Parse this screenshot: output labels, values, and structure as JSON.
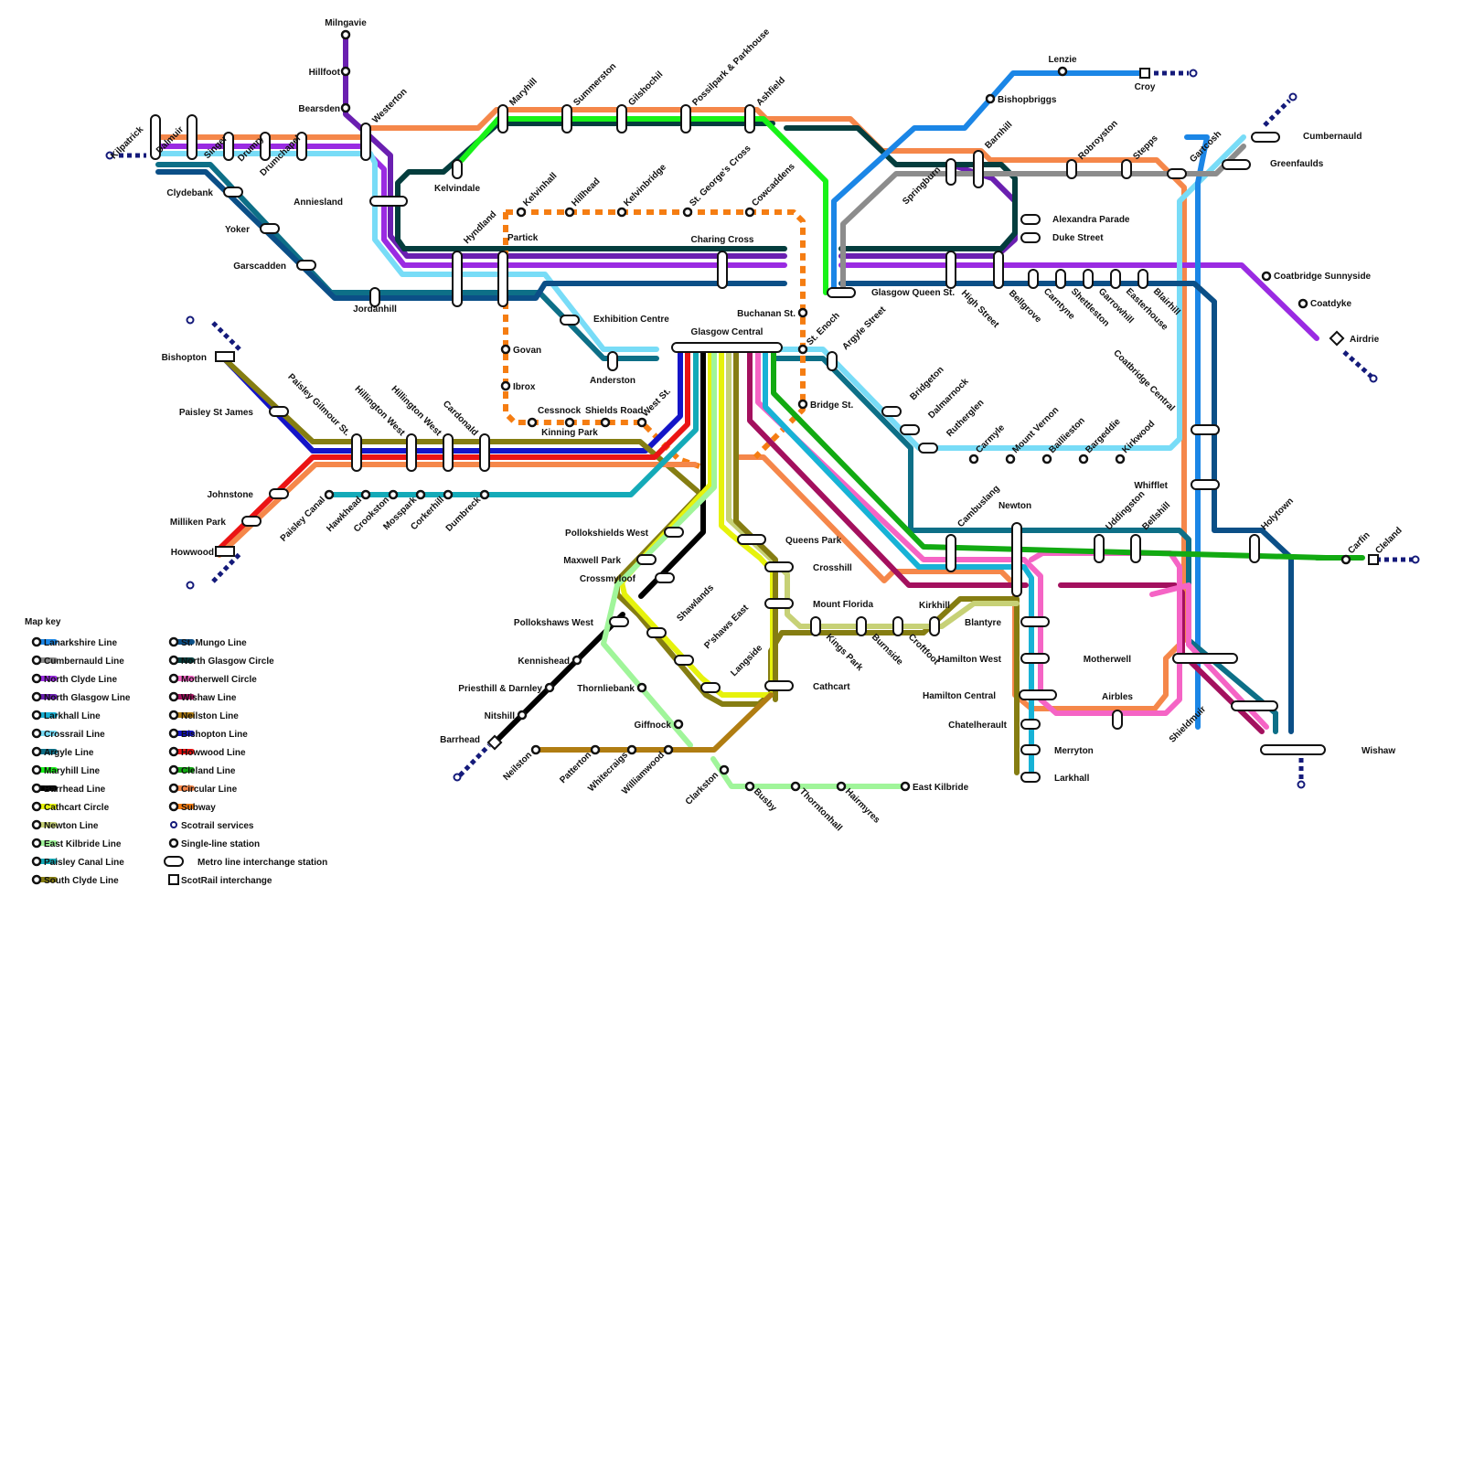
{
  "title": "",
  "lines": [
    {
      "name": "Lanarkshire Line",
      "color": "#1b86e6"
    },
    {
      "name": "Cumbernauld Line",
      "color": "#8c8c8c"
    },
    {
      "name": "North Clyde Line",
      "color": "#9a2be2"
    },
    {
      "name": "North Glasgow Line",
      "color": "#6a1fb0"
    },
    {
      "name": "Larkhall Line",
      "color": "#17b2d6"
    },
    {
      "name": "Crossrail Line",
      "color": "#78dcf7"
    },
    {
      "name": "Argyle Line",
      "color": "#0d6f87"
    },
    {
      "name": "Maryhill Line",
      "color": "#18f218"
    },
    {
      "name": "Barrhead Line",
      "color": "#000000"
    },
    {
      "name": "Cathcart Circle",
      "color": "#e6f20c"
    },
    {
      "name": "Newton Line",
      "color": "#c7d176"
    },
    {
      "name": "East Kilbride Line",
      "color": "#a0f59a"
    },
    {
      "name": "Paisley Canal Line",
      "color": "#14aab8"
    },
    {
      "name": "South Clyde Line",
      "color": "#857d12"
    },
    {
      "name": "St. Mungo Line",
      "color": "#0b4f87"
    },
    {
      "name": "North Glasgow Circle",
      "color": "#043d3d"
    },
    {
      "name": "Motherwell Circle",
      "color": "#f564c5"
    },
    {
      "name": "Wishaw Line",
      "color": "#a3105e"
    },
    {
      "name": "Neilston Line",
      "color": "#b07d12"
    },
    {
      "name": "Bishopton Line",
      "color": "#1414c8"
    },
    {
      "name": "Howwood Line",
      "color": "#eb1414"
    },
    {
      "name": "Cleland Line",
      "color": "#12aa12"
    },
    {
      "name": "Circular Line",
      "color": "#f5874a"
    },
    {
      "name": "Subway",
      "color": "#f57d12"
    }
  ],
  "legend": {
    "title": "Map key",
    "extra": [
      {
        "name": "Scotrail services",
        "kind": "scotrail-services"
      },
      {
        "name": "Single-line station",
        "kind": "single-station"
      },
      {
        "name": "Metro line interchange station",
        "kind": "interchange"
      },
      {
        "name": "ScotRail interchange",
        "kind": "scotrail-interchange"
      }
    ]
  },
  "stations": {
    "interchange": [
      {
        "name": "Kilpatrick",
        "rot": -45,
        "anchor": "end"
      },
      {
        "name": "Dalmuir",
        "rot": -45,
        "anchor": "end"
      },
      {
        "name": "Singer",
        "rot": -45,
        "anchor": "end"
      },
      {
        "name": "Drumry",
        "rot": -45,
        "anchor": "end"
      },
      {
        "name": "Drumchapel",
        "rot": -45,
        "anchor": "end"
      },
      {
        "name": "Westerton",
        "rot": -45,
        "anchor": "start"
      },
      {
        "name": "Maryhill",
        "rot": -45,
        "anchor": "start"
      },
      {
        "name": "Summerston",
        "rot": -45,
        "anchor": "start"
      },
      {
        "name": "Gilshochil",
        "rot": -45,
        "anchor": "start"
      },
      {
        "name": "Possilpark & Parkhouse",
        "rot": -45,
        "anchor": "start"
      },
      {
        "name": "Ashfield",
        "rot": -45,
        "anchor": "start"
      },
      {
        "name": "Clydebank",
        "rot": 0,
        "anchor": "end"
      },
      {
        "name": "Yoker",
        "rot": 0,
        "anchor": "end"
      },
      {
        "name": "Garscadden",
        "rot": 0,
        "anchor": "end"
      },
      {
        "name": "Anniesland",
        "rot": 0,
        "anchor": "end"
      },
      {
        "name": "Kelvindale",
        "rot": 0,
        "anchor": "middle"
      },
      {
        "name": "Jordanhill",
        "rot": 0,
        "anchor": "middle"
      },
      {
        "name": "Hyndland",
        "rot": -45,
        "anchor": "start"
      },
      {
        "name": "Partick",
        "rot": 0,
        "anchor": "start"
      },
      {
        "name": "Charing Cross",
        "rot": 0,
        "anchor": "middle"
      },
      {
        "name": "Exhibition Centre",
        "rot": 0,
        "anchor": "start"
      },
      {
        "name": "Anderston",
        "rot": 0,
        "anchor": "middle"
      },
      {
        "name": "Glasgow Central",
        "rot": 0,
        "anchor": "middle"
      },
      {
        "name": "Glasgow Queen St.",
        "rot": 0,
        "anchor": "start"
      },
      {
        "name": "Springburn",
        "rot": -45,
        "anchor": "end"
      },
      {
        "name": "Barnhill",
        "rot": -45,
        "anchor": "start"
      },
      {
        "name": "Robroyston",
        "rot": -45,
        "anchor": "start"
      },
      {
        "name": "Stepps",
        "rot": -45,
        "anchor": "start"
      },
      {
        "name": "Gartcosh",
        "rot": -45,
        "anchor": "start"
      },
      {
        "name": "Greenfaulds",
        "rot": 0,
        "anchor": "start"
      },
      {
        "name": "Cumbernauld",
        "rot": 0,
        "anchor": "start"
      },
      {
        "name": "Alexandra Parade",
        "rot": 0,
        "anchor": "start"
      },
      {
        "name": "Duke Street",
        "rot": 0,
        "anchor": "start"
      },
      {
        "name": "High Street",
        "rot": 45,
        "anchor": "start"
      },
      {
        "name": "Bellgrove",
        "rot": 45,
        "anchor": "start"
      },
      {
        "name": "Carntyne",
        "rot": 45,
        "anchor": "start"
      },
      {
        "name": "Shettleston",
        "rot": 45,
        "anchor": "start"
      },
      {
        "name": "Garrowhill",
        "rot": 45,
        "anchor": "start"
      },
      {
        "name": "Easterhouse",
        "rot": 45,
        "anchor": "start"
      },
      {
        "name": "Blairhill",
        "rot": 45,
        "anchor": "start"
      },
      {
        "name": "Argyle Street",
        "rot": -45,
        "anchor": "start"
      },
      {
        "name": "Bridgeton",
        "rot": -45,
        "anchor": "start"
      },
      {
        "name": "Dalmarnock",
        "rot": -45,
        "anchor": "start"
      },
      {
        "name": "Rutherglen",
        "rot": -45,
        "anchor": "start"
      },
      {
        "name": "Cambuslang",
        "rot": -45,
        "anchor": "start"
      },
      {
        "name": "Newton",
        "rot": 0,
        "anchor": "middle"
      },
      {
        "name": "Uddingston",
        "rot": -45,
        "anchor": "start"
      },
      {
        "name": "Bellshill",
        "rot": -45,
        "anchor": "start"
      },
      {
        "name": "Holytown",
        "rot": -45,
        "anchor": "start"
      },
      {
        "name": "Whifflet",
        "rot": 0,
        "anchor": "end"
      },
      {
        "name": "Coatbridge Central",
        "rot": 45,
        "anchor": "end"
      },
      {
        "name": "Motherwell",
        "rot": 0,
        "anchor": "end"
      },
      {
        "name": "Shieldmuir",
        "rot": -45,
        "anchor": "end"
      },
      {
        "name": "Wishaw",
        "rot": 0,
        "anchor": "start"
      },
      {
        "name": "Airbles",
        "rot": 0,
        "anchor": "middle"
      },
      {
        "name": "Blantyre",
        "rot": 0,
        "anchor": "end"
      },
      {
        "name": "Hamilton West",
        "rot": 0,
        "anchor": "end"
      },
      {
        "name": "Hamilton Central",
        "rot": 0,
        "anchor": "end"
      },
      {
        "name": "Chatelherault",
        "rot": 0,
        "anchor": "end"
      },
      {
        "name": "Merryton",
        "rot": 0,
        "anchor": "start"
      },
      {
        "name": "Larkhall",
        "rot": 0,
        "anchor": "start"
      },
      {
        "name": "Kirkhill",
        "rot": 0,
        "anchor": "middle"
      },
      {
        "name": "Croftfoot",
        "rot": 45,
        "anchor": "start"
      },
      {
        "name": "Burnside",
        "rot": 45,
        "anchor": "start"
      },
      {
        "name": "Kings Park",
        "rot": 45,
        "anchor": "start"
      },
      {
        "name": "Queens Park",
        "rot": 0,
        "anchor": "start"
      },
      {
        "name": "Crosshill",
        "rot": 0,
        "anchor": "start"
      },
      {
        "name": "Mount Florida",
        "rot": 0,
        "anchor": "start"
      },
      {
        "name": "Cathcart",
        "rot": 0,
        "anchor": "start"
      },
      {
        "name": "Langside",
        "rot": -45,
        "anchor": "start"
      },
      {
        "name": "P'shaws East",
        "rot": -45,
        "anchor": "start"
      },
      {
        "name": "Shawlands",
        "rot": -45,
        "anchor": "start"
      },
      {
        "name": "Pollokshields West",
        "rot": 0,
        "anchor": "end"
      },
      {
        "name": "Maxwell Park",
        "rot": 0,
        "anchor": "end"
      },
      {
        "name": "Crossmyloof",
        "rot": 0,
        "anchor": "end"
      },
      {
        "name": "Pollokshaws West",
        "rot": 0,
        "anchor": "end"
      },
      {
        "name": "Paisley St James",
        "rot": 0,
        "anchor": "end"
      },
      {
        "name": "Paisley Gilmour St.",
        "rot": 45,
        "anchor": "end"
      },
      {
        "name": "Hillington West",
        "rot": 45,
        "anchor": "end"
      },
      {
        "name": "Hillington West",
        "rot": 45,
        "anchor": "end"
      },
      {
        "name": "Cardonald",
        "rot": 45,
        "anchor": "end"
      },
      {
        "name": "Johnstone",
        "rot": 0,
        "anchor": "end"
      },
      {
        "name": "Milliken Park",
        "rot": 0,
        "anchor": "end"
      }
    ],
    "single": [
      {
        "name": "Milngavie"
      },
      {
        "name": "Hillfoot"
      },
      {
        "name": "Bearsden"
      },
      {
        "name": "Lenzie"
      },
      {
        "name": "Bishopbriggs"
      },
      {
        "name": "Kelvinhall"
      },
      {
        "name": "Hillhead"
      },
      {
        "name": "Kelvinbridge"
      },
      {
        "name": "St. George's Cross"
      },
      {
        "name": "Cowcaddens"
      },
      {
        "name": "Buchanan St."
      },
      {
        "name": "St. Enoch"
      },
      {
        "name": "Bridge St."
      },
      {
        "name": "Govan"
      },
      {
        "name": "Ibrox"
      },
      {
        "name": "Cessnock"
      },
      {
        "name": "Kinning Park"
      },
      {
        "name": "Shields Road"
      },
      {
        "name": "West St."
      },
      {
        "name": "Coatbridge Sunnyside"
      },
      {
        "name": "Coatdyke"
      },
      {
        "name": "Carmyle"
      },
      {
        "name": "Mount Vernon"
      },
      {
        "name": "Baillieston"
      },
      {
        "name": "Bargeddie"
      },
      {
        "name": "Kirkwood"
      },
      {
        "name": "Carfin"
      },
      {
        "name": "Paisley Canal"
      },
      {
        "name": "Hawkhead"
      },
      {
        "name": "Crookston"
      },
      {
        "name": "Mosspark"
      },
      {
        "name": "Corkerhill"
      },
      {
        "name": "Dumbreck"
      },
      {
        "name": "Kennishead"
      },
      {
        "name": "Priesthill & Darnley"
      },
      {
        "name": "Nitshill"
      },
      {
        "name": "Thornliebank"
      },
      {
        "name": "Giffnock"
      },
      {
        "name": "Clarkston"
      },
      {
        "name": "Neilston"
      },
      {
        "name": "Patterton"
      },
      {
        "name": "Whitecraigs"
      },
      {
        "name": "Williamwood"
      },
      {
        "name": "Busby"
      },
      {
        "name": "Thorntonhall"
      },
      {
        "name": "Hairmyres"
      },
      {
        "name": "East Kilbride"
      }
    ],
    "scotrail": [
      {
        "name": "Croy"
      },
      {
        "name": "Airdrie"
      },
      {
        "name": "Cleland"
      },
      {
        "name": "Bishopton"
      },
      {
        "name": "Howwood"
      },
      {
        "name": "Barrhead"
      }
    ]
  }
}
